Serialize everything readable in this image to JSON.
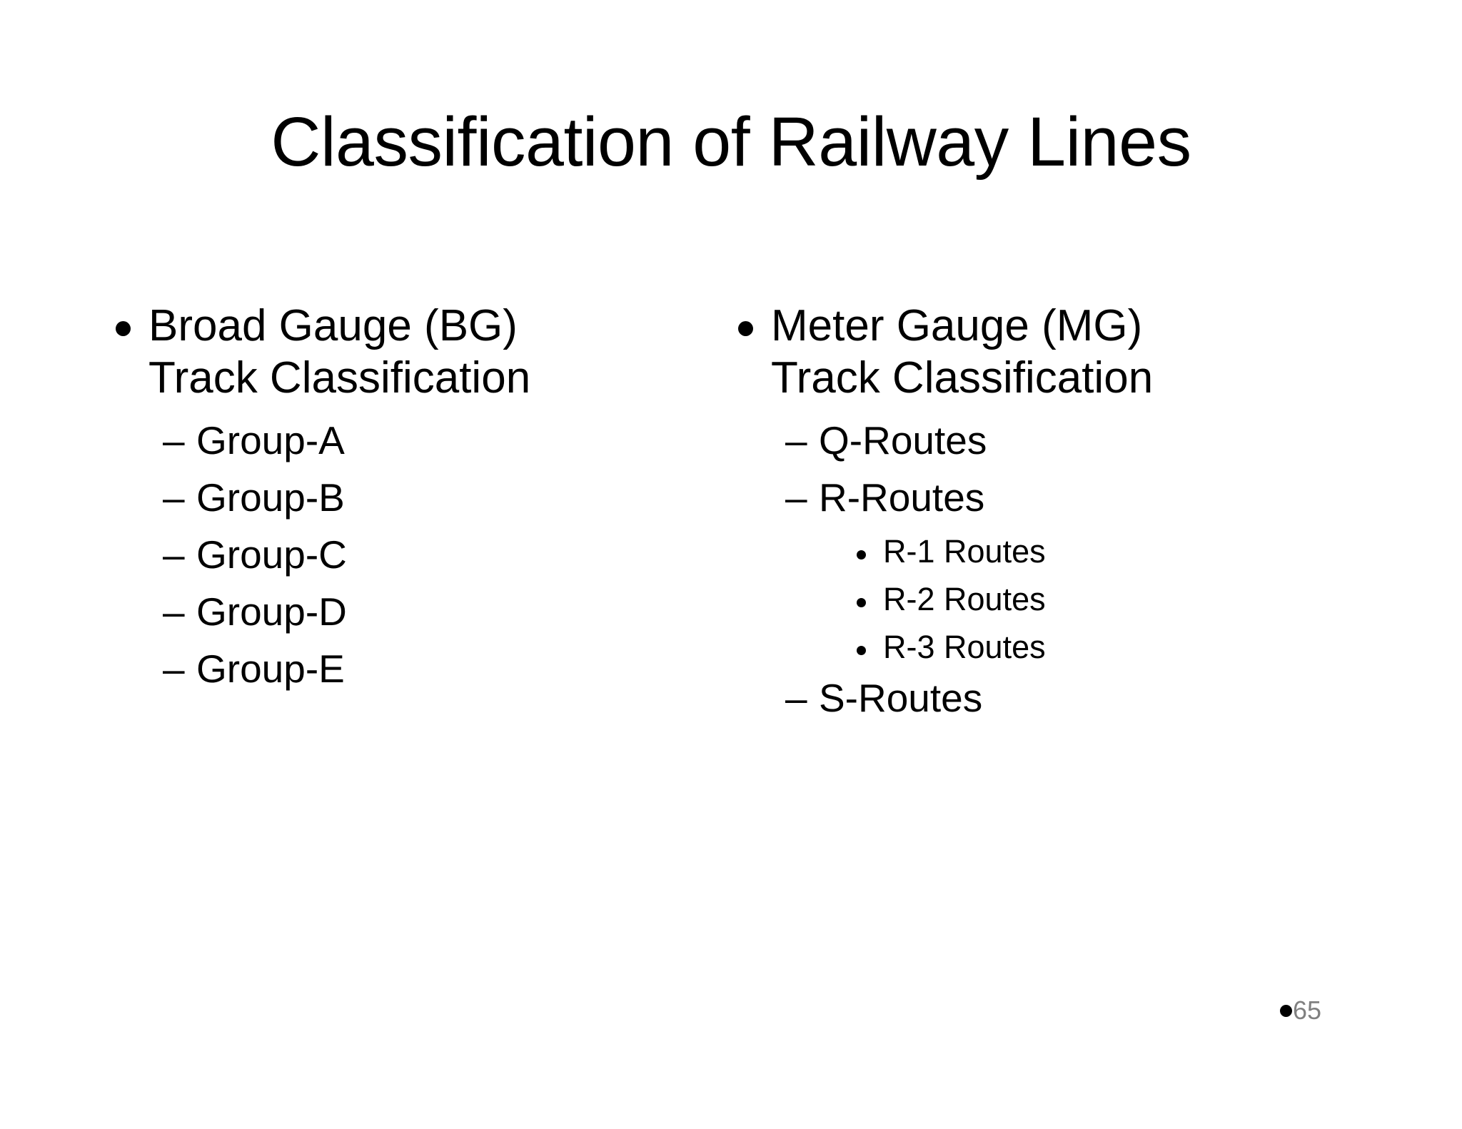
{
  "slide": {
    "title": "Classification of Railway Lines",
    "background_color": "#ffffff",
    "text_color": "#000000",
    "page_number": "65",
    "page_number_color": "#808080",
    "page_number_bullet_color": "#000000"
  },
  "columns": {
    "left": {
      "header": "Broad Gauge (BG) Track Classification",
      "header_line1": "Broad Gauge (BG)",
      "header_line2": "Track Classification",
      "items": [
        {
          "label": "Group-A",
          "marker": "dash-marker"
        },
        {
          "label": "Group-B",
          "marker": "dash-marker"
        },
        {
          "label": "Group-C",
          "marker": "dash-marker"
        },
        {
          "label": "Group-D",
          "marker": "dash-marker"
        },
        {
          "label": "Group-E",
          "marker": "dash-marker"
        }
      ]
    },
    "right": {
      "header": "Meter Gauge (MG) Track Classification",
      "header_line1": "Meter Gauge (MG)",
      "header_line2": "Track Classification",
      "items": [
        {
          "label": "Q-Routes",
          "marker": "dash-marker"
        },
        {
          "label": "R-Routes",
          "marker": "dash-marker"
        },
        {
          "label": "S-Routes",
          "marker": "dash-marker"
        }
      ],
      "r_routes_children": [
        {
          "label": "R-1 Routes",
          "marker": "bullet-dot-icon"
        },
        {
          "label": "R-2 Routes",
          "marker": "bullet-dot-icon"
        },
        {
          "label": "R-3 Routes",
          "marker": "bullet-dot-icon"
        }
      ]
    }
  },
  "markers": {
    "dash": "–",
    "bullet": "•"
  }
}
